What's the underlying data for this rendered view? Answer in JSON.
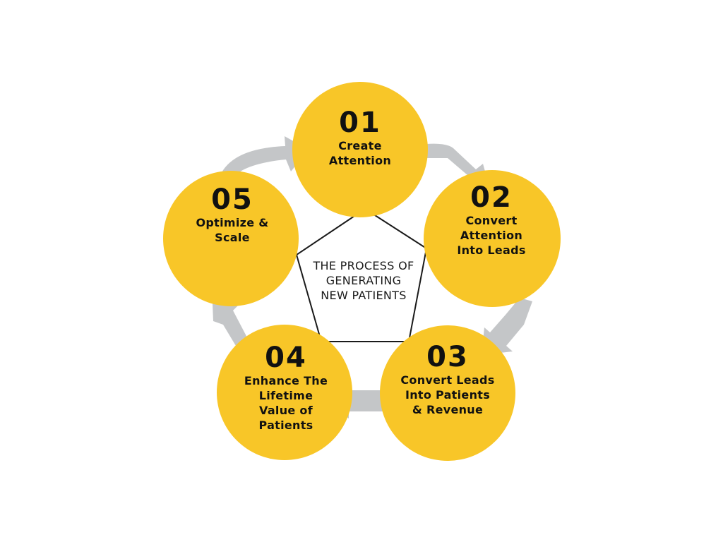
{
  "diagram": {
    "center_title_lines": [
      "THE PROCESS OF",
      "GENERATING",
      "NEW PATIENTS"
    ],
    "steps": [
      {
        "number": "01",
        "label_lines": [
          "Create",
          "Attention"
        ]
      },
      {
        "number": "02",
        "label_lines": [
          "Convert",
          "Attention",
          "Into Leads"
        ]
      },
      {
        "number": "03",
        "label_lines": [
          "Convert Leads",
          "Into Patients",
          "& Revenue"
        ]
      },
      {
        "number": "04",
        "label_lines": [
          "Enhance The",
          "Lifetime",
          "Value of",
          "Patients"
        ]
      },
      {
        "number": "05",
        "label_lines": [
          "Optimize &",
          "Scale"
        ]
      }
    ],
    "colors": {
      "circle": "#f8c628",
      "arrow": "#c4c6c8",
      "text": "#111111",
      "pentagon_line": "#1a1a1a"
    }
  }
}
